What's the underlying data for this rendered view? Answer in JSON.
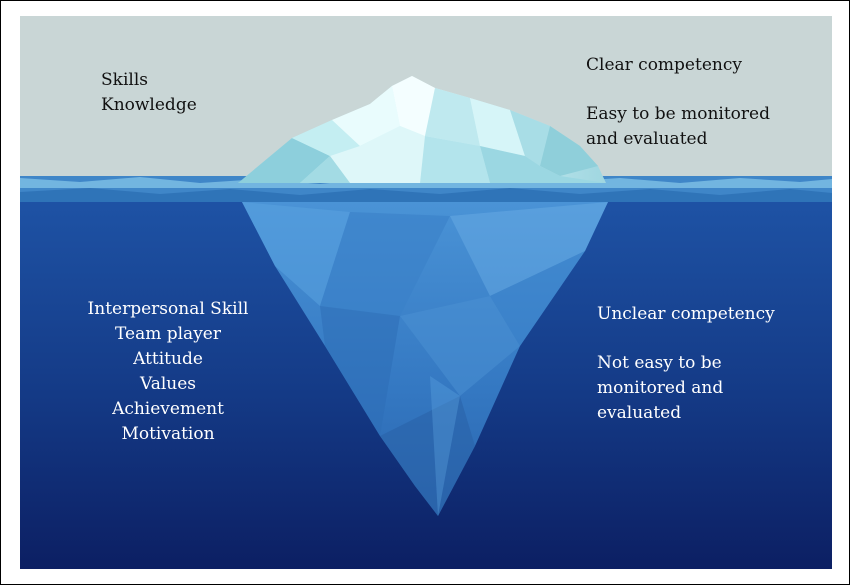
{
  "above_water": {
    "left_items": [
      "Skills",
      "Knowledge"
    ],
    "right_title": "Clear competency",
    "right_desc": [
      "Easy to be monitored",
      "and evaluated"
    ]
  },
  "below_water": {
    "left_items": [
      "Interpersonal Skill",
      "Team player",
      "Attitude",
      "Values",
      "Achievement",
      "Motivation"
    ],
    "right_title": "Unclear competency",
    "right_desc": [
      "Not easy to be",
      "monitored and",
      "evaluated"
    ]
  },
  "colors": {
    "sky": "#c9d6d6",
    "sea_top": "#1f55a8",
    "sea_bottom": "#0c1f63",
    "ice_top": "#d9f6f8",
    "ice_under": "#3f86cc"
  }
}
